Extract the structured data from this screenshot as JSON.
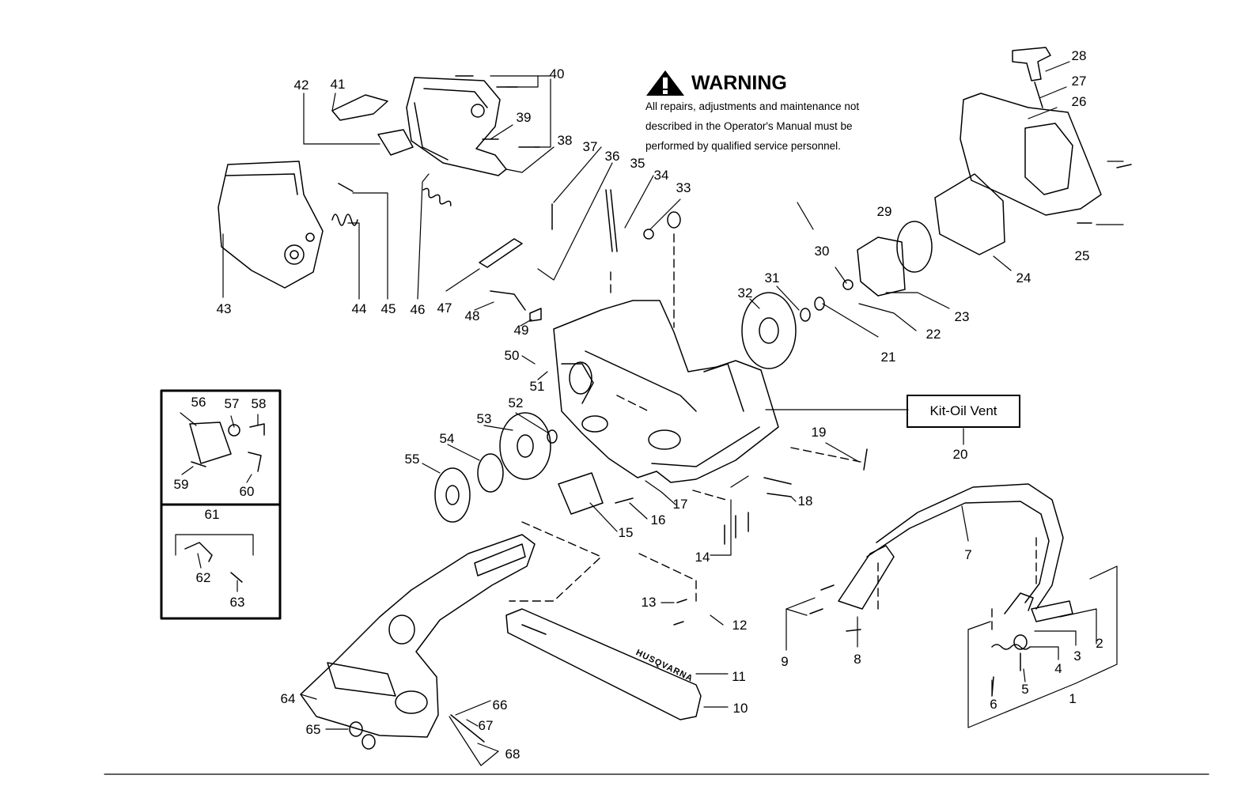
{
  "warning": {
    "title": "WARNING",
    "icon": "warning-triangle-icon",
    "lines": [
      "All repairs, adjustments and maintenance not",
      "described in the Operator's Manual must be",
      "performed by qualified  service personnel."
    ]
  },
  "kit_label": "Kit-Oil Vent",
  "bar_text": "HUSQVARNA",
  "parts": [
    "1",
    "2",
    "3",
    "4",
    "5",
    "6",
    "7",
    "8",
    "9",
    "10",
    "11",
    "12",
    "13",
    "14",
    "15",
    "16",
    "17",
    "18",
    "19",
    "20",
    "21",
    "22",
    "23",
    "24",
    "25",
    "26",
    "27",
    "28",
    "29",
    "30",
    "31",
    "32",
    "33",
    "34",
    "35",
    "36",
    "37",
    "38",
    "39",
    "40",
    "41",
    "42",
    "43",
    "44",
    "45",
    "46",
    "47",
    "48",
    "49",
    "50",
    "51",
    "52",
    "53",
    "54",
    "55",
    "56",
    "57",
    "58",
    "59",
    "60",
    "61",
    "62",
    "63",
    "64",
    "65",
    "66",
    "67",
    "68"
  ]
}
